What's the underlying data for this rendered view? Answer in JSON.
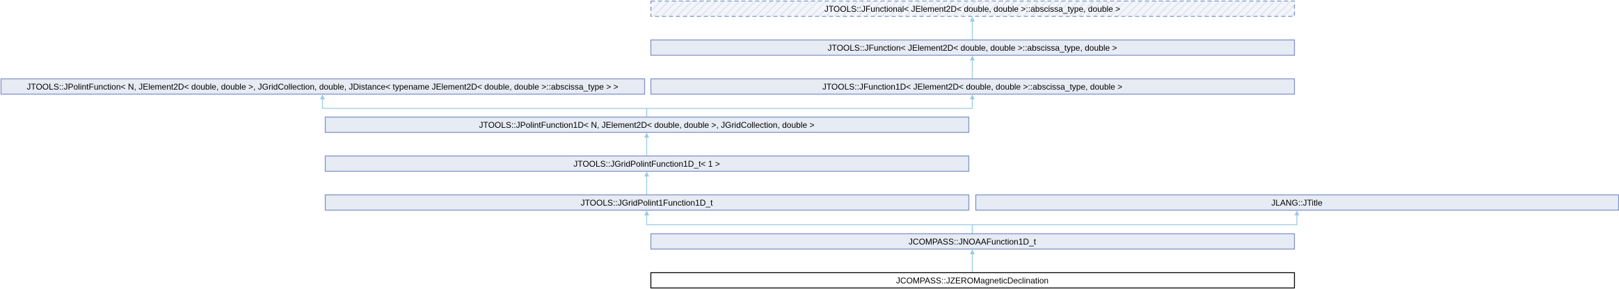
{
  "diagram": {
    "nodes": [
      {
        "id": "jfunctional",
        "label": "JTOOLS::JFunctional< JElement2D< double, double >::abscissa_type, double >",
        "kind": "abstract"
      },
      {
        "id": "jfunction",
        "label": "JTOOLS::JFunction< JElement2D< double, double >::abscissa_type, double >",
        "kind": "class"
      },
      {
        "id": "jpolintfunction",
        "label": "JTOOLS::JPolintFunction< N, JElement2D< double, double >, JGridCollection, double, JDistance< typename JElement2D< double, double >::abscissa_type > >",
        "kind": "class"
      },
      {
        "id": "jfunction1d",
        "label": "JTOOLS::JFunction1D< JElement2D< double, double >::abscissa_type, double >",
        "kind": "class"
      },
      {
        "id": "jpolintfunction1d",
        "label": "JTOOLS::JPolintFunction1D< N, JElement2D< double, double >, JGridCollection, double >",
        "kind": "class"
      },
      {
        "id": "jgridpolintfunction1d_t1",
        "label": "JTOOLS::JGridPolintFunction1D_t< 1 >",
        "kind": "class"
      },
      {
        "id": "jgridpolint1function1d_t",
        "label": "JTOOLS::JGridPolint1Function1D_t",
        "kind": "class"
      },
      {
        "id": "jtitle",
        "label": "JLANG::JTitle",
        "kind": "class"
      },
      {
        "id": "jnoaafunction1d_t",
        "label": "JCOMPASS::JNOAAFunction1D_t",
        "kind": "class"
      },
      {
        "id": "jzeromagneticdeclination",
        "label": "JCOMPASS::JZEROMagneticDeclination",
        "kind": "current"
      }
    ],
    "edges": [
      {
        "from": "jfunction",
        "to": "jfunctional"
      },
      {
        "from": "jfunction1d",
        "to": "jfunction"
      },
      {
        "from": "jpolintfunction1d",
        "to": "jpolintfunction"
      },
      {
        "from": "jpolintfunction1d",
        "to": "jfunction1d"
      },
      {
        "from": "jgridpolintfunction1d_t1",
        "to": "jpolintfunction1d"
      },
      {
        "from": "jgridpolint1function1d_t",
        "to": "jgridpolintfunction1d_t1"
      },
      {
        "from": "jnoaafunction1d_t",
        "to": "jgridpolint1function1d_t"
      },
      {
        "from": "jnoaafunction1d_t",
        "to": "jtitle"
      },
      {
        "from": "jzeromagneticdeclination",
        "to": "jnoaafunction1d_t"
      }
    ],
    "colors": {
      "node_fill": "#E7EBF4",
      "node_border": "#7F93C6",
      "edge": "#9ACBE6",
      "current_border": "#000000"
    }
  }
}
